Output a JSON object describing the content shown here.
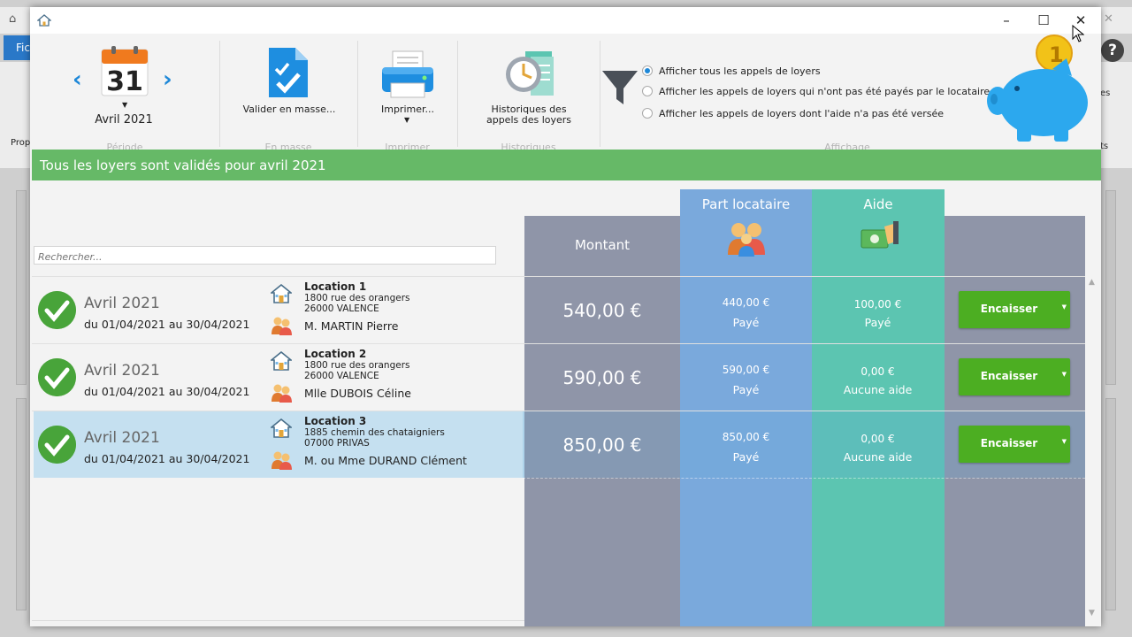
{
  "background_app": {
    "menu_label": "Fic",
    "prop_label": "Prop",
    "right_label_1": "es",
    "right_label_2": "ts",
    "help_label": "?"
  },
  "dialog": {
    "window_controls": {
      "minimize": "–",
      "maximize": "☐",
      "close": "✕"
    }
  },
  "ribbon": {
    "period": {
      "day": "31",
      "label": "Avril 2021",
      "prev": "‹",
      "next": "›",
      "group_label": "Période"
    },
    "en_masse": {
      "button_label": "Valider en masse...",
      "group_label": "En masse"
    },
    "imprimer": {
      "button_label": "Imprimer...",
      "group_label": "Imprimer"
    },
    "historiques": {
      "button_label_1": "Historiques des",
      "button_label_2": "appels des loyers",
      "group_label": "Historiques"
    },
    "affichage": {
      "group_label": "Affichage",
      "options": [
        {
          "label": "Afficher tous les appels de loyers",
          "checked": true
        },
        {
          "label": "Afficher les appels de loyers qui n'ont pas été payés par le locataire",
          "checked": false
        },
        {
          "label": "Afficher les appels de loyers dont l'aide n'a pas été versée",
          "checked": false
        }
      ]
    }
  },
  "banner": {
    "text": "Tous les loyers sont validés pour avril 2021"
  },
  "search": {
    "placeholder": "Rechercher..."
  },
  "columns": {
    "montant": "Montant",
    "part_locataire": "Part locataire",
    "aide": "Aide"
  },
  "rows": [
    {
      "month": "Avril 2021",
      "range": "du 01/04/2021 au 30/04/2021",
      "location": "Location 1",
      "address_1": "1800 rue des orangers",
      "address_2": "26000 VALENCE",
      "tenant": "M. MARTIN Pierre",
      "amount": "540,00 €",
      "part_value": "440,00 €",
      "part_status": "Payé",
      "aide_value": "100,00 €",
      "aide_status": "Payé",
      "action": "Encaisser",
      "selected": false
    },
    {
      "month": "Avril 2021",
      "range": "du 01/04/2021 au 30/04/2021",
      "location": "Location 2",
      "address_1": "1800 rue des orangers",
      "address_2": "26000 VALENCE",
      "tenant": "Mlle DUBOIS Céline",
      "amount": "590,00 €",
      "part_value": "590,00 €",
      "part_status": "Payé",
      "aide_value": "0,00 €",
      "aide_status": "Aucune aide",
      "action": "Encaisser",
      "selected": false
    },
    {
      "month": "Avril 2021",
      "range": "du 01/04/2021 au 30/04/2021",
      "location": "Location 3",
      "address_1": "1885 chemin des chataigniers",
      "address_2": "07000 PRIVAS",
      "tenant": "M. ou Mme DURAND Clément",
      "amount": "850,00 €",
      "part_value": "850,00 €",
      "part_status": "Payé",
      "aide_value": "0,00 €",
      "aide_status": "Aucune aide",
      "action": "Encaisser",
      "selected": true
    }
  ],
  "icons": {
    "calendar": "calendar-icon",
    "validate": "document-check-icon",
    "print": "printer-icon",
    "history": "clock-documents-icon",
    "filter": "funnel-icon",
    "piggy": "piggy-bank-icon",
    "house": "house-icon",
    "persons": "persons-icon",
    "money": "money-hand-icon",
    "check": "check-circle-icon"
  },
  "colors": {
    "banner_green": "#66b967",
    "montant_col": "#8f95a8",
    "part_col": "#7aa9dc",
    "aide_col": "#5cc5b1",
    "button_green": "#4cae22",
    "accent_blue": "#1e88d8"
  }
}
